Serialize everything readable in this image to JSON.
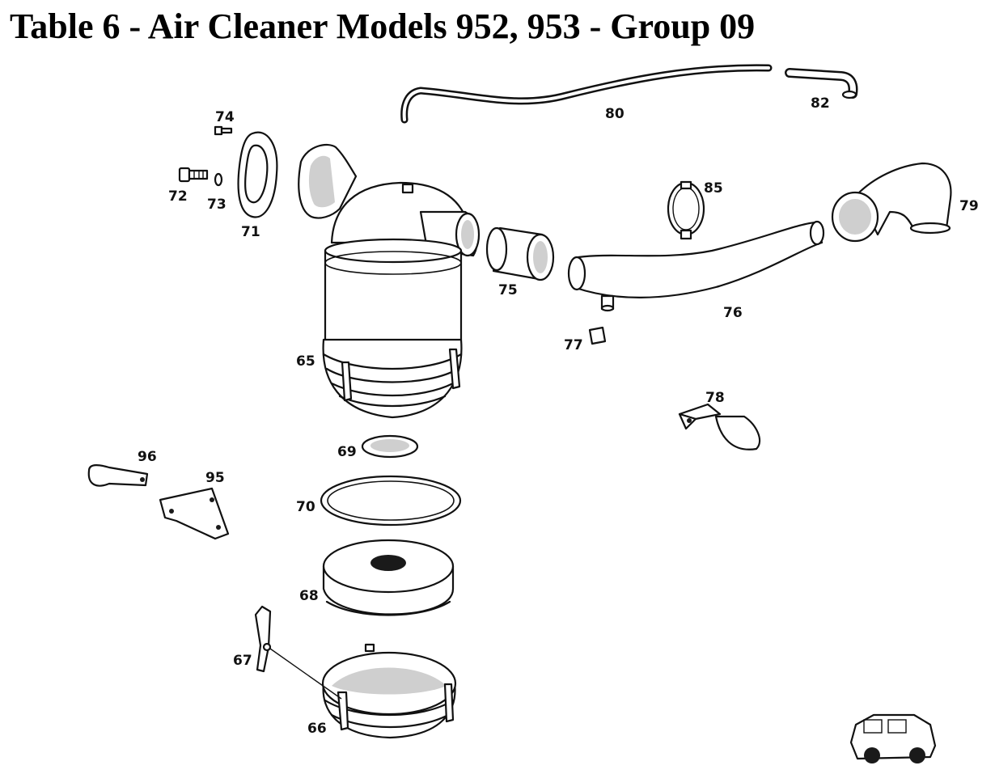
{
  "title": "Table 6 - Air Cleaner Models 952, 953 - Group 09",
  "callouts": {
    "p65": "65",
    "p66": "66",
    "p67": "67",
    "p68": "68",
    "p69": "69",
    "p70": "70",
    "p71": "71",
    "p72": "72",
    "p73": "73",
    "p74": "74",
    "p75": "75",
    "p76": "76",
    "p77": "77",
    "p78": "78",
    "p79": "79",
    "p80": "80",
    "p82": "82",
    "p85": "85",
    "p95": "95",
    "p96": "96"
  }
}
